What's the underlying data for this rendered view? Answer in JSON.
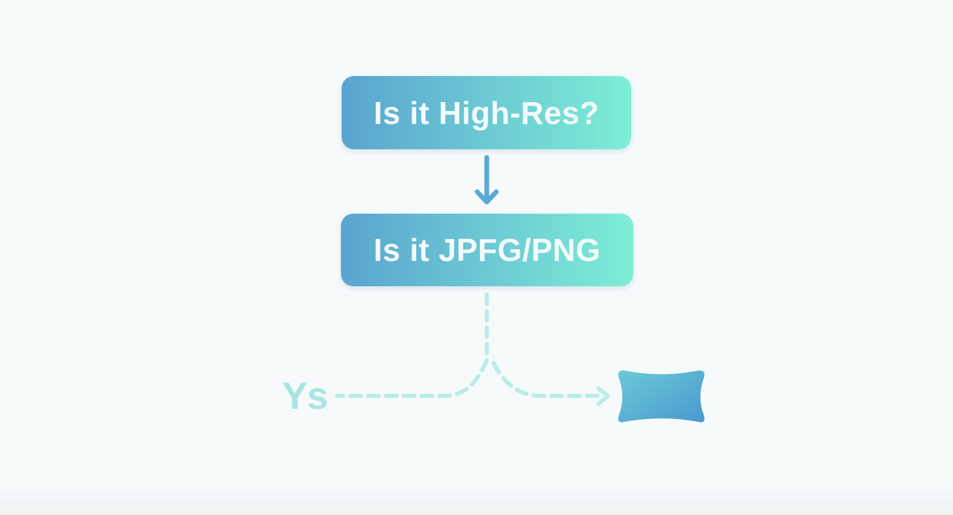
{
  "colors": {
    "background": "#f6fafb",
    "node_gradient_start": "#5aa4d0",
    "node_gradient_end": "#7eeed6",
    "arrow": "#5aa9d6",
    "dashed_connector": "#b9ece9",
    "pillow_start": "#4f9fd2",
    "pillow_end": "#62c3d4"
  },
  "nodes": [
    {
      "label": "Is it High-Res?"
    },
    {
      "label": "Is it JPFG/PNG"
    }
  ],
  "branch": {
    "yes_label": "Ys",
    "terminal_icon": "pillow-shape-icon"
  }
}
